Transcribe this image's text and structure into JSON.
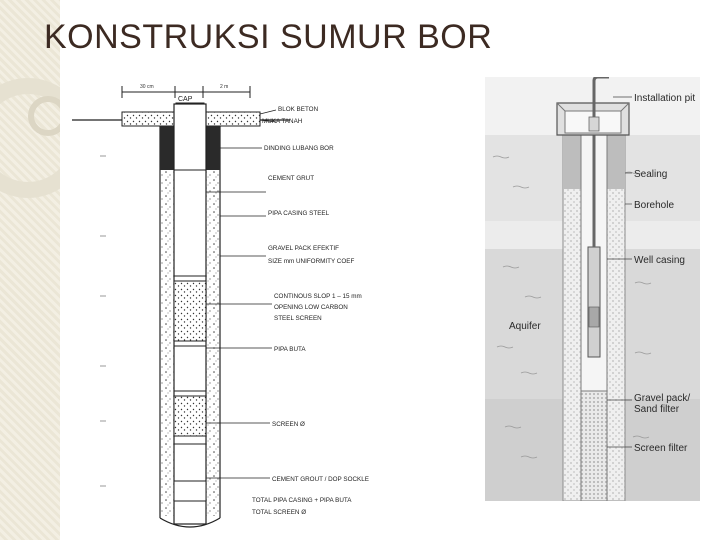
{
  "slide": {
    "title": "KONSTRUKSI SUMUR BOR"
  },
  "left_diagram": {
    "top_dims": [
      "30 cm",
      "2 m"
    ],
    "cap_label": "CAP",
    "labels": [
      "BLOK BETON",
      "MUKA TANAH",
      "DINDING LUBANG BOR",
      "CEMENT GRUT",
      "PIPA CASING STEEL",
      "GRAVEL PACK EFEKTIF",
      "SIZE  mm UNIFORMITY COEF",
      "CONTINOUS SLOP 1 – 15 mm",
      "OPENING LOW CARBON",
      "STEEL SCREEN",
      "PIPA BUTA",
      "SCREEN Ø",
      "CEMENT GROUT / DOP SOCKLE",
      "TOTAL PIPA CASING + PIPA BUTA",
      "TOTAL SCREEN Ø"
    ]
  },
  "right_diagram": {
    "labels": [
      "Installation pit",
      "Sealing",
      "Borehole",
      "Well casing",
      "Aquifer",
      "Gravel pack/",
      "Sand filter",
      "Screen filter"
    ],
    "layer_colors": {
      "ground": "#dcdcdc",
      "band1": "#f2f2f2",
      "band2": "#e3e3e3",
      "band3": "#ececec",
      "band4": "#d9d9d9",
      "band5": "#cfcfcf"
    }
  }
}
